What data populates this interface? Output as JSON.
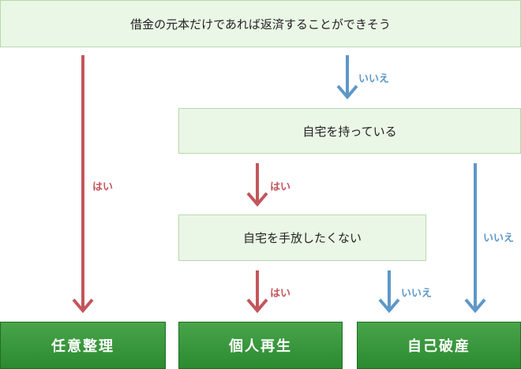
{
  "questions": {
    "q1": "借金の元本だけであれば返済することができそう",
    "q2": "自宅を持っている",
    "q3": "自宅を手放したくない"
  },
  "results": {
    "r1": "任意整理",
    "r2": "個人再生",
    "r3": "自己破産"
  },
  "labels": {
    "yes": "はい",
    "no": "いいえ"
  },
  "colors": {
    "yes_arrow": "#c3565c",
    "no_arrow": "#5f97c8",
    "question_bg": "#eaf6e6",
    "result_bg": "#3a9a3e"
  }
}
